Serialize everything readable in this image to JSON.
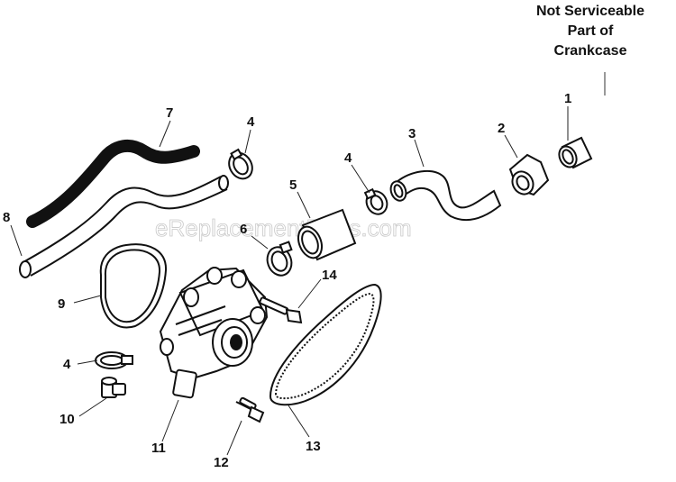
{
  "note": {
    "line1": "Not Serviceable",
    "line2": "Part of",
    "line3": "Crankcase"
  },
  "watermark": "eReplacementParts.com",
  "callouts": {
    "n1": "1",
    "n2": "2",
    "n3": "3",
    "n4a": "4",
    "n4b": "4",
    "n4c": "4",
    "n5": "5",
    "n6": "6",
    "n7": "7",
    "n8": "8",
    "n9": "9",
    "n10": "10",
    "n11": "11",
    "n12": "12",
    "n13": "13",
    "n14": "14"
  }
}
